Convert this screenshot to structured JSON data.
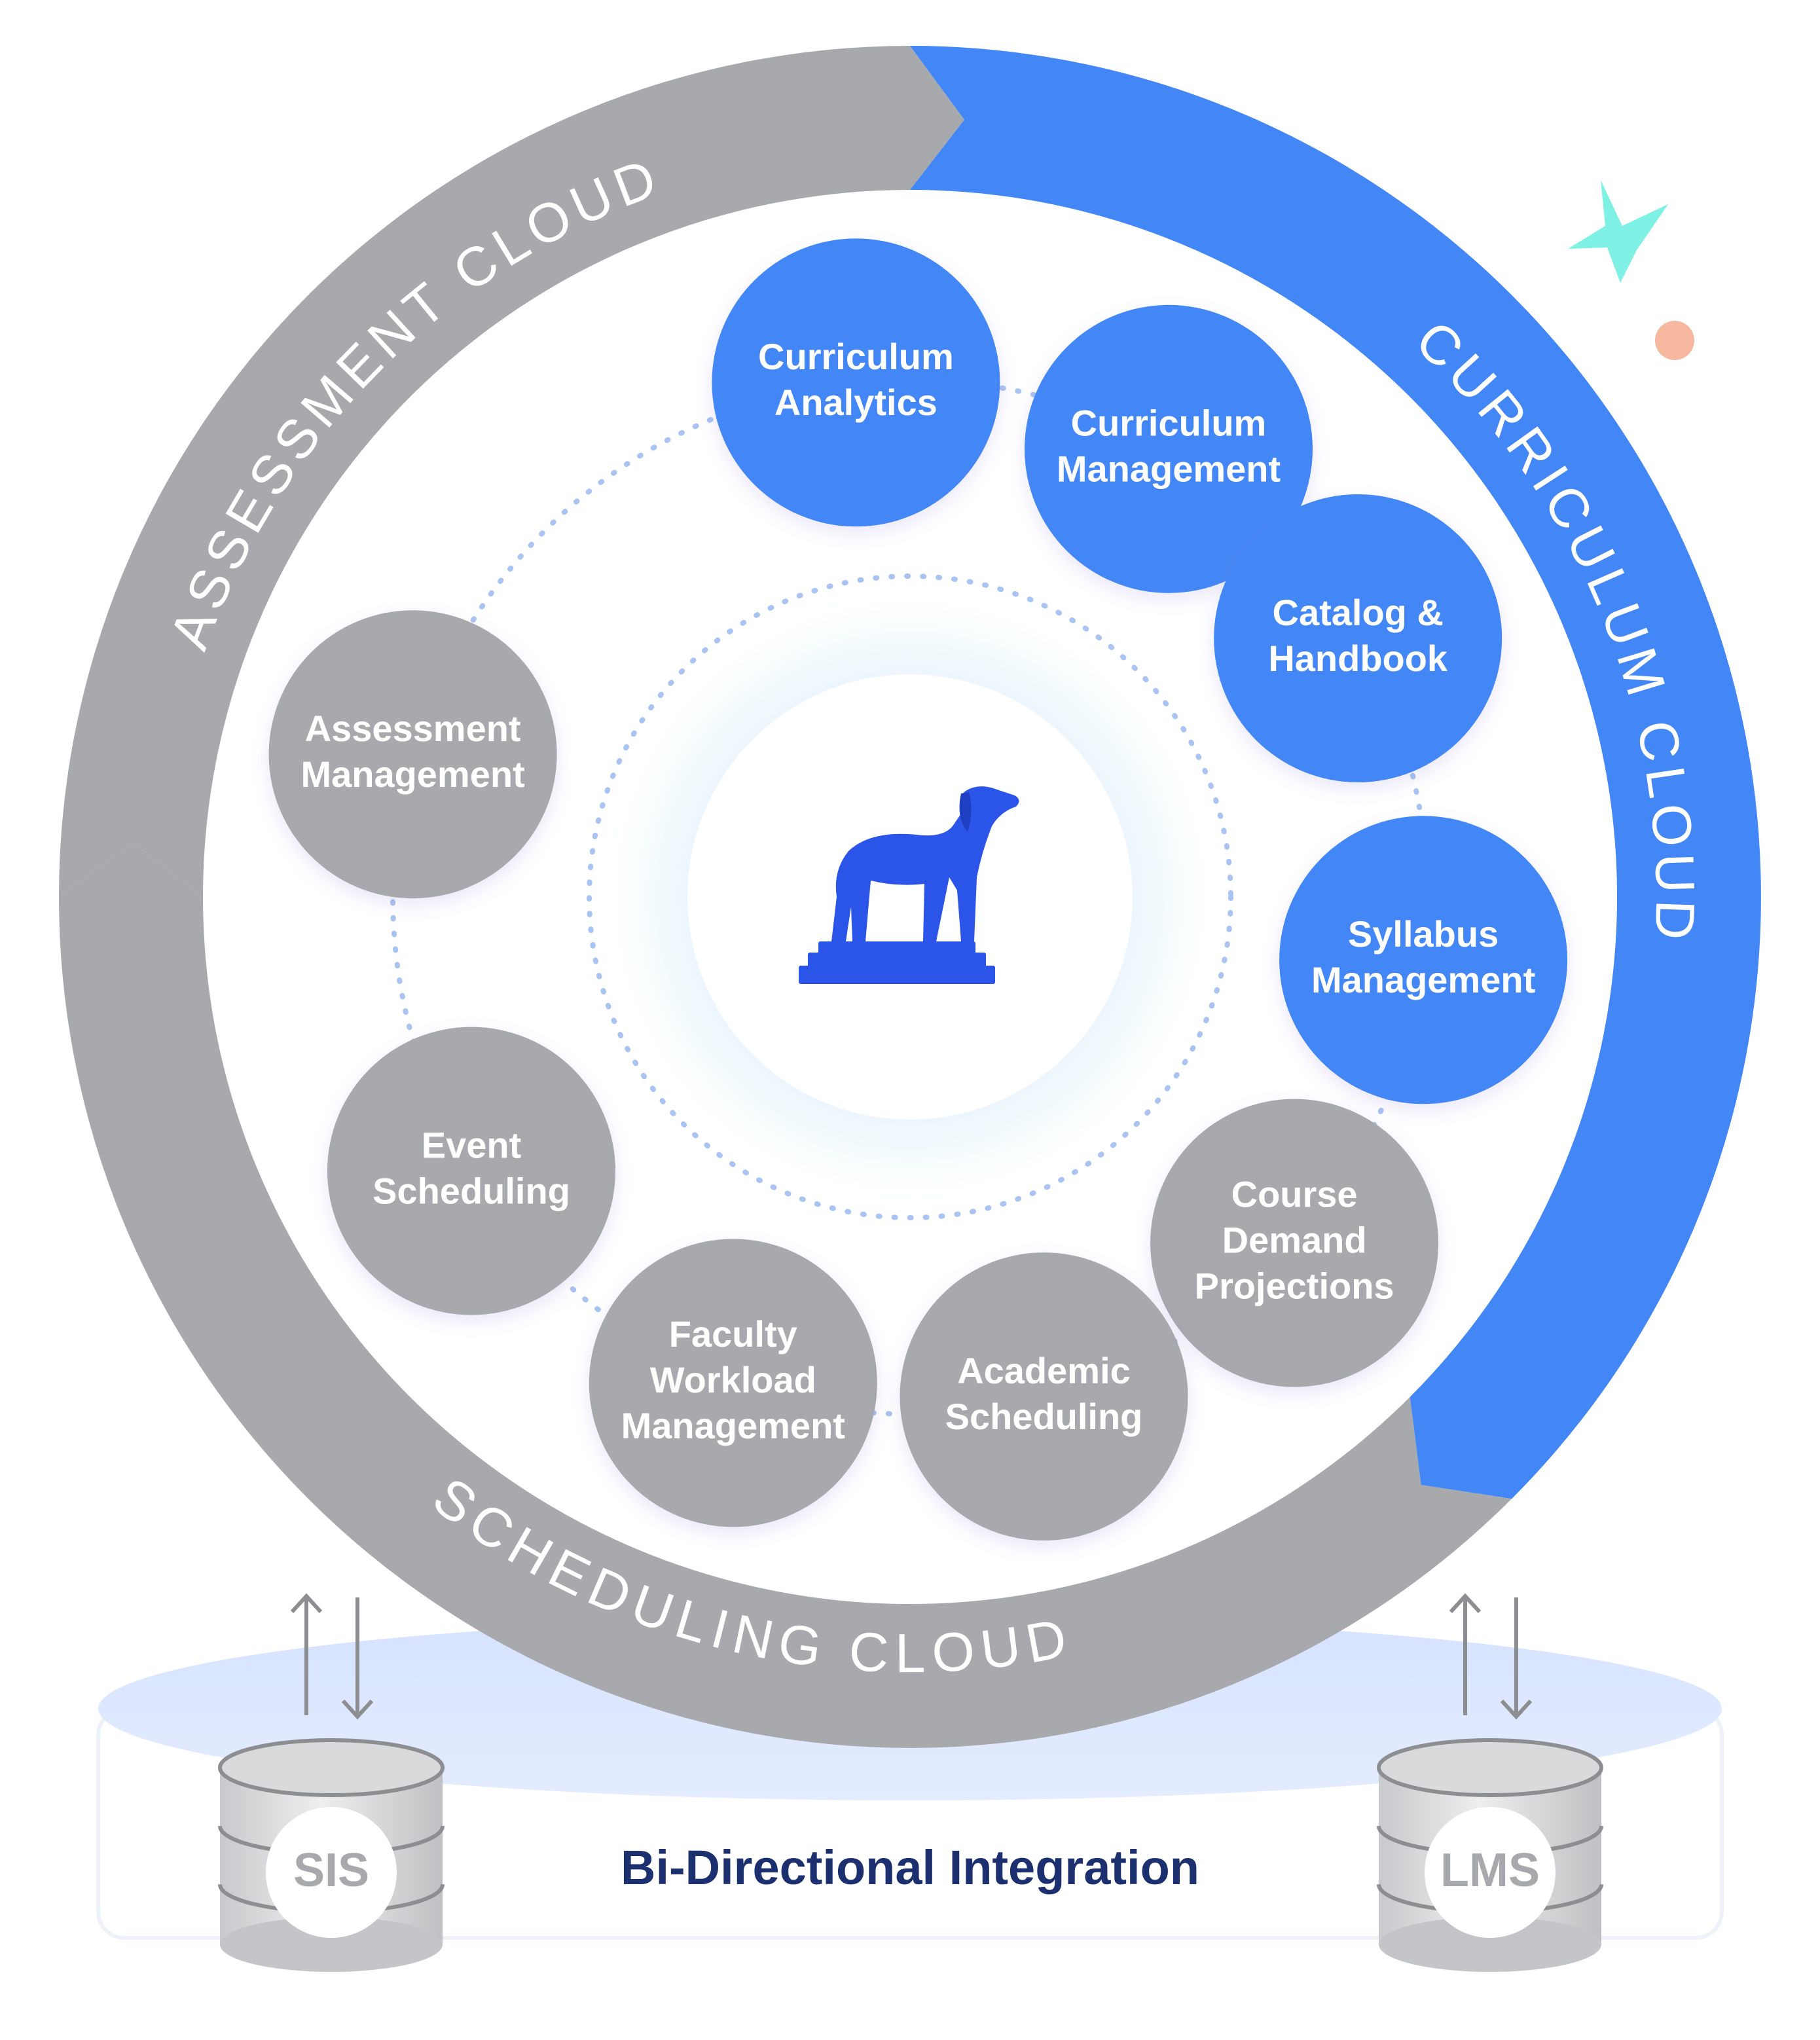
{
  "colors": {
    "blue": "#4287f5",
    "gray": "#a7a9ad",
    "navy": "#1c2f6e",
    "dog": "#2b54e8",
    "star": "#7ef1e4",
    "dot": "#f6b89f"
  },
  "rings": {
    "assessment": "ASSESSMENT CLOUD",
    "curriculum": "CURRICULUM CLOUD",
    "scheduling": "SCHEDULING CLOUD"
  },
  "nodes": [
    {
      "id": "curriculum-analytics",
      "lines": [
        "Curriculum",
        "Analytics"
      ],
      "color": "blue"
    },
    {
      "id": "curriculum-management",
      "lines": [
        "Curriculum",
        "Management"
      ],
      "color": "blue"
    },
    {
      "id": "catalog-handbook",
      "lines": [
        "Catalog &",
        "Handbook"
      ],
      "color": "blue"
    },
    {
      "id": "syllabus-management",
      "lines": [
        "Syllabus",
        "Management"
      ],
      "color": "blue"
    },
    {
      "id": "course-demand-projections",
      "lines": [
        "Course",
        "Demand",
        "Projections"
      ],
      "color": "gray"
    },
    {
      "id": "academic-scheduling",
      "lines": [
        "Academic",
        "Scheduling"
      ],
      "color": "gray"
    },
    {
      "id": "faculty-workload-management",
      "lines": [
        "Faculty",
        "Workload",
        "Management"
      ],
      "color": "gray"
    },
    {
      "id": "event-scheduling",
      "lines": [
        "Event",
        "Scheduling"
      ],
      "color": "gray"
    },
    {
      "id": "assessment-management",
      "lines": [
        "Assessment",
        "Management"
      ],
      "color": "gray"
    }
  ],
  "platform": {
    "label": "Bi-Directional Integration"
  },
  "databases": {
    "left": "SIS",
    "right": "LMS"
  }
}
